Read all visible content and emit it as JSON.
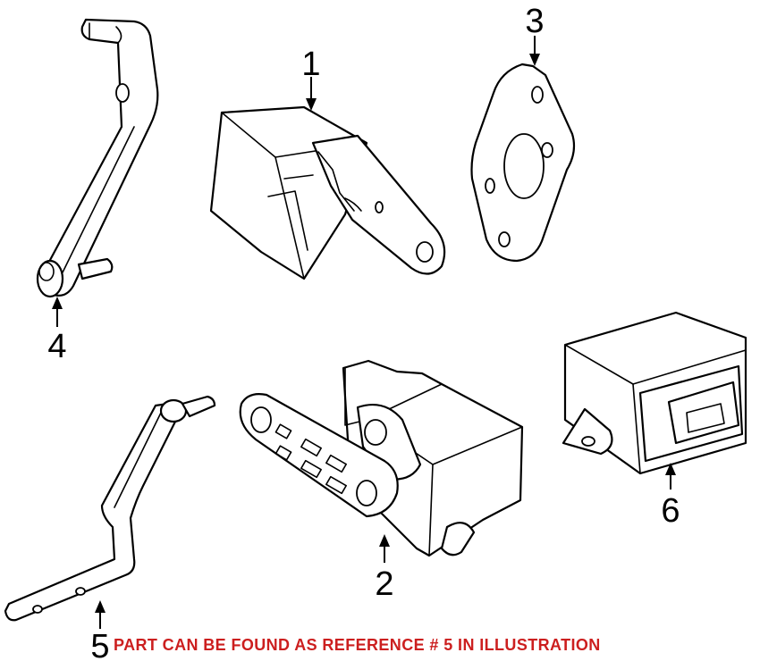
{
  "diagram": {
    "callouts": [
      {
        "id": "1",
        "label": "1"
      },
      {
        "id": "2",
        "label": "2"
      },
      {
        "id": "3",
        "label": "3"
      },
      {
        "id": "4",
        "label": "4"
      },
      {
        "id": "5",
        "label": "5"
      },
      {
        "id": "6",
        "label": "6"
      }
    ],
    "note": {
      "text": "PART CAN BE FOUND AS REFERENCE # 5 IN ILLUSTRATION",
      "color": "#cc1f1f"
    },
    "line_color": "#000000",
    "background": "#ffffff"
  }
}
